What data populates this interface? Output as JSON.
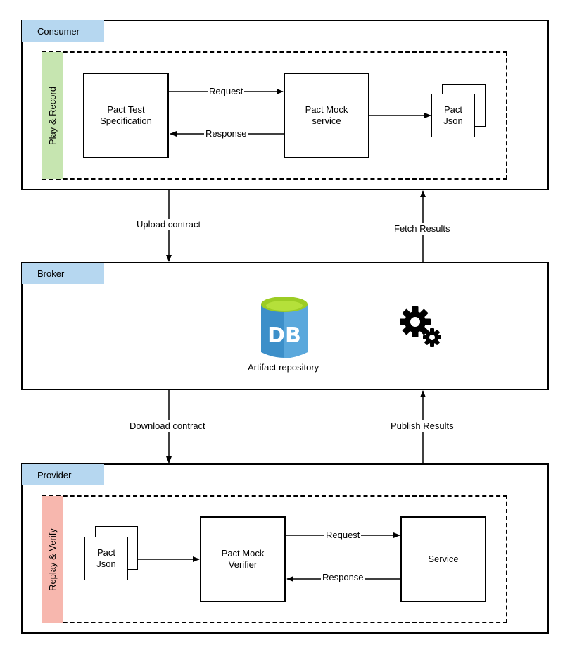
{
  "consumer": {
    "title": "Consumer",
    "lane_label": "Play & Record",
    "test_spec": "Pact Test\nSpecification",
    "mock_service": "Pact Mock\nservice",
    "pact_json": "Pact\nJson",
    "request": "Request",
    "response": "Response"
  },
  "flows": {
    "upload": "Upload contract",
    "fetch": "Fetch Results",
    "download": "Download contract",
    "publish": "Publish Results"
  },
  "broker": {
    "title": "Broker",
    "db_icon_text": "DB",
    "repository": "Artifact repository"
  },
  "provider": {
    "title": "Provider",
    "lane_label": "Replay & Verify",
    "pact_json": "Pact\nJson",
    "verifier": "Pact Mock\nVerifier",
    "service": "Service",
    "request": "Request",
    "response": "Response"
  },
  "colors": {
    "tab": "#b6d7f0",
    "consumer_lane": "#c6e5b0",
    "provider_lane": "#f7b7ae",
    "db_top": "#9ccc24",
    "db_body": "#3c8fc9"
  }
}
